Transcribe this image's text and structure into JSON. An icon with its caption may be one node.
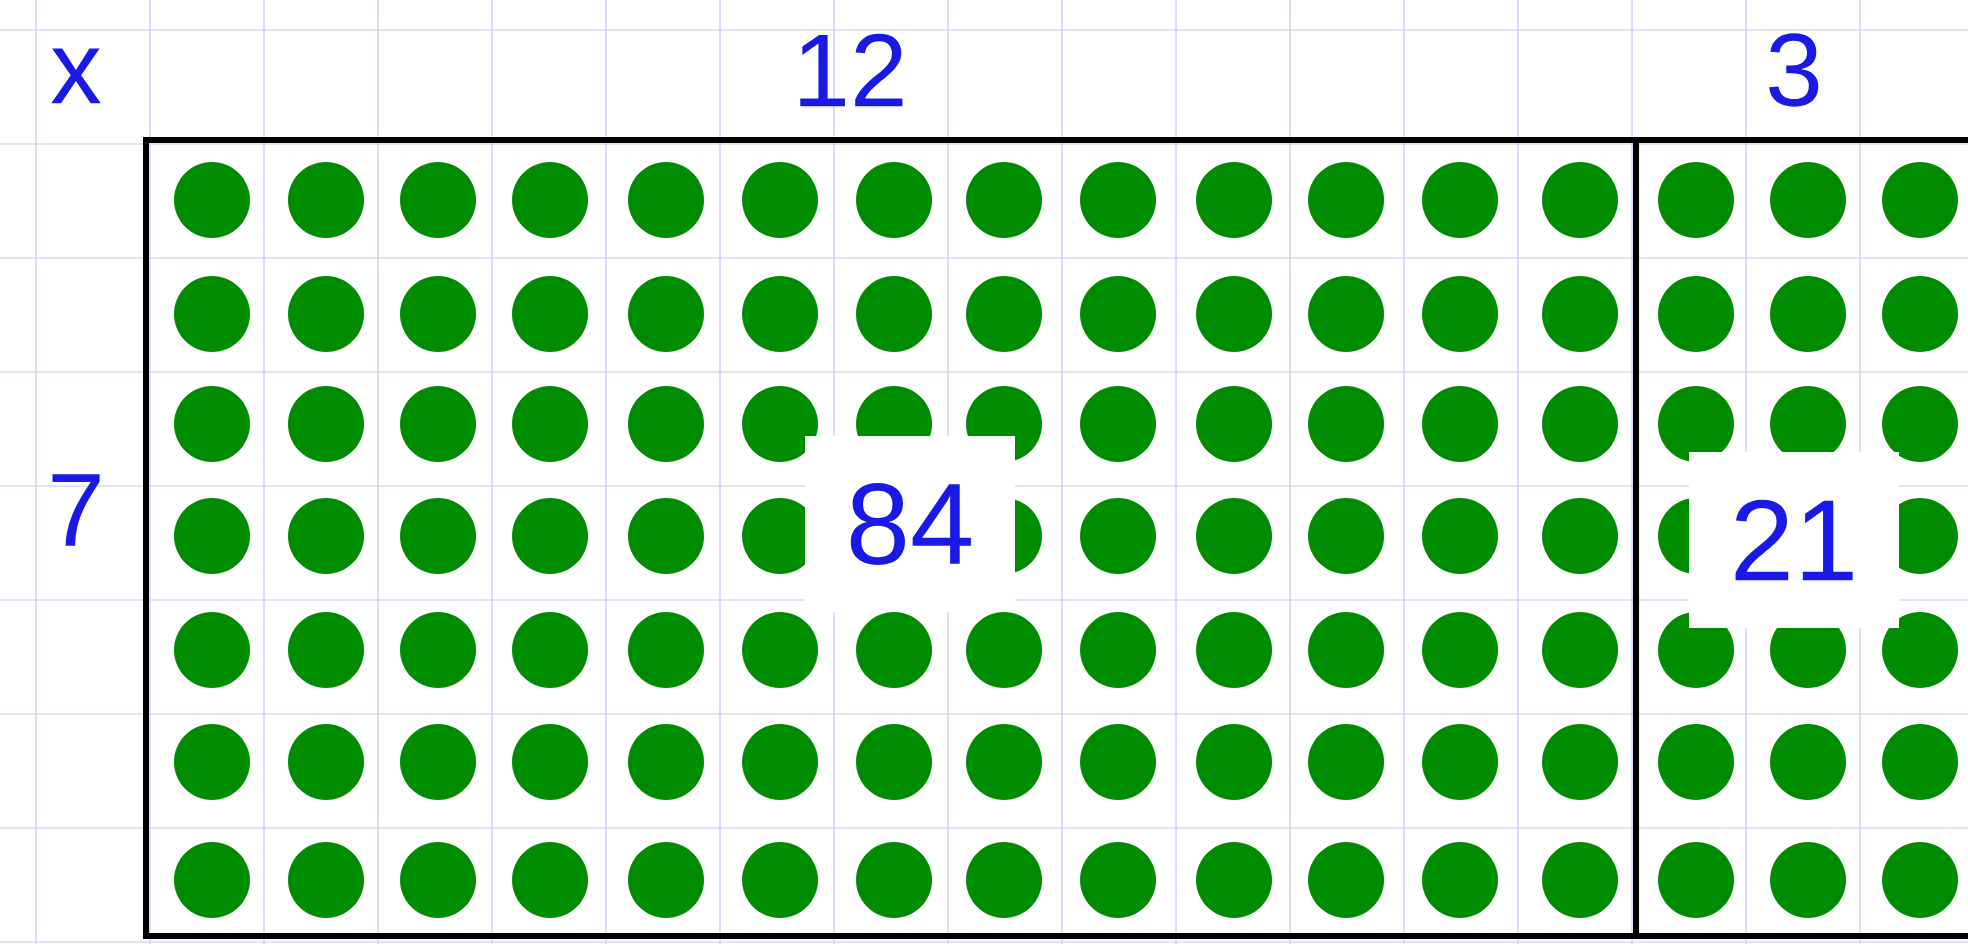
{
  "diagram": {
    "nodes": [
      {
        "text": [
          "84"
        ]
      },
      {
        "text": [
          "21"
        ]
      }
    ],
    "labels": [
      "x",
      "12",
      "3",
      "7"
    ]
  }
}
